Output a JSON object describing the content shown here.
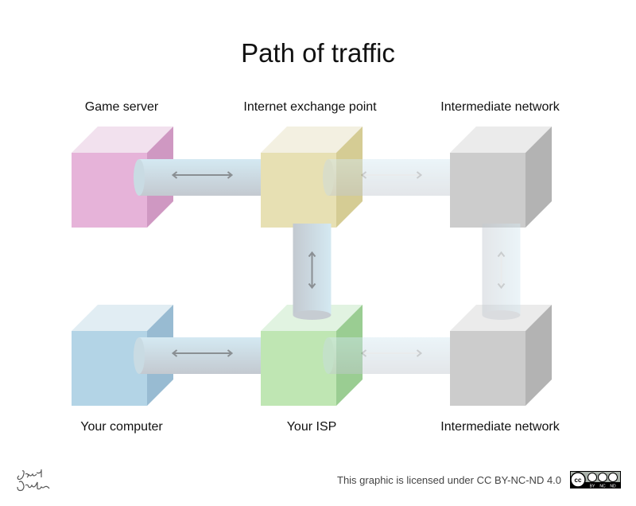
{
  "title": "Path of traffic",
  "nodes": [
    {
      "id": "game-server",
      "label": "Game server",
      "color": "#e6b3d9",
      "side": "#cf98c2",
      "top": "#f2e1ee",
      "faded": false
    },
    {
      "id": "ixp",
      "label": "Internet exchange point",
      "color": "#e7e0b3",
      "side": "#d5cc94",
      "top": "#f3f0e1",
      "faded": false
    },
    {
      "id": "intermediate-top",
      "label": "Intermediate network",
      "color": "#cccccc",
      "side": "#b3b3b3",
      "top": "#ebebeb",
      "faded": true
    },
    {
      "id": "your-computer",
      "label": "Your computer",
      "color": "#b3d4e6",
      "side": "#98bbd2",
      "top": "#e1edf3",
      "faded": false
    },
    {
      "id": "your-isp",
      "label": "Your ISP",
      "color": "#bfe6b3",
      "side": "#9acd92",
      "top": "#e1f3e1",
      "faded": false
    },
    {
      "id": "intermediate-bottom",
      "label": "Intermediate network",
      "color": "#cccccc",
      "side": "#b3b3b3",
      "top": "#ebebeb",
      "faded": true
    }
  ],
  "links": [
    {
      "from": "game-server",
      "to": "ixp",
      "faded": false
    },
    {
      "from": "ixp",
      "to": "intermediate-top",
      "faded": true
    },
    {
      "from": "ixp",
      "to": "your-isp",
      "faded": false
    },
    {
      "from": "intermediate-top",
      "to": "intermediate-bottom",
      "faded": true
    },
    {
      "from": "your-computer",
      "to": "your-isp",
      "faded": false
    },
    {
      "from": "your-isp",
      "to": "intermediate-bottom",
      "faded": true
    }
  ],
  "footer": {
    "signature": "Jared Dantis",
    "license_text": "This graphic is licensed under CC BY-NC-ND 4.0",
    "badge_labels": [
      "BY",
      "NC",
      "ND"
    ],
    "badge_cc": "cc"
  }
}
